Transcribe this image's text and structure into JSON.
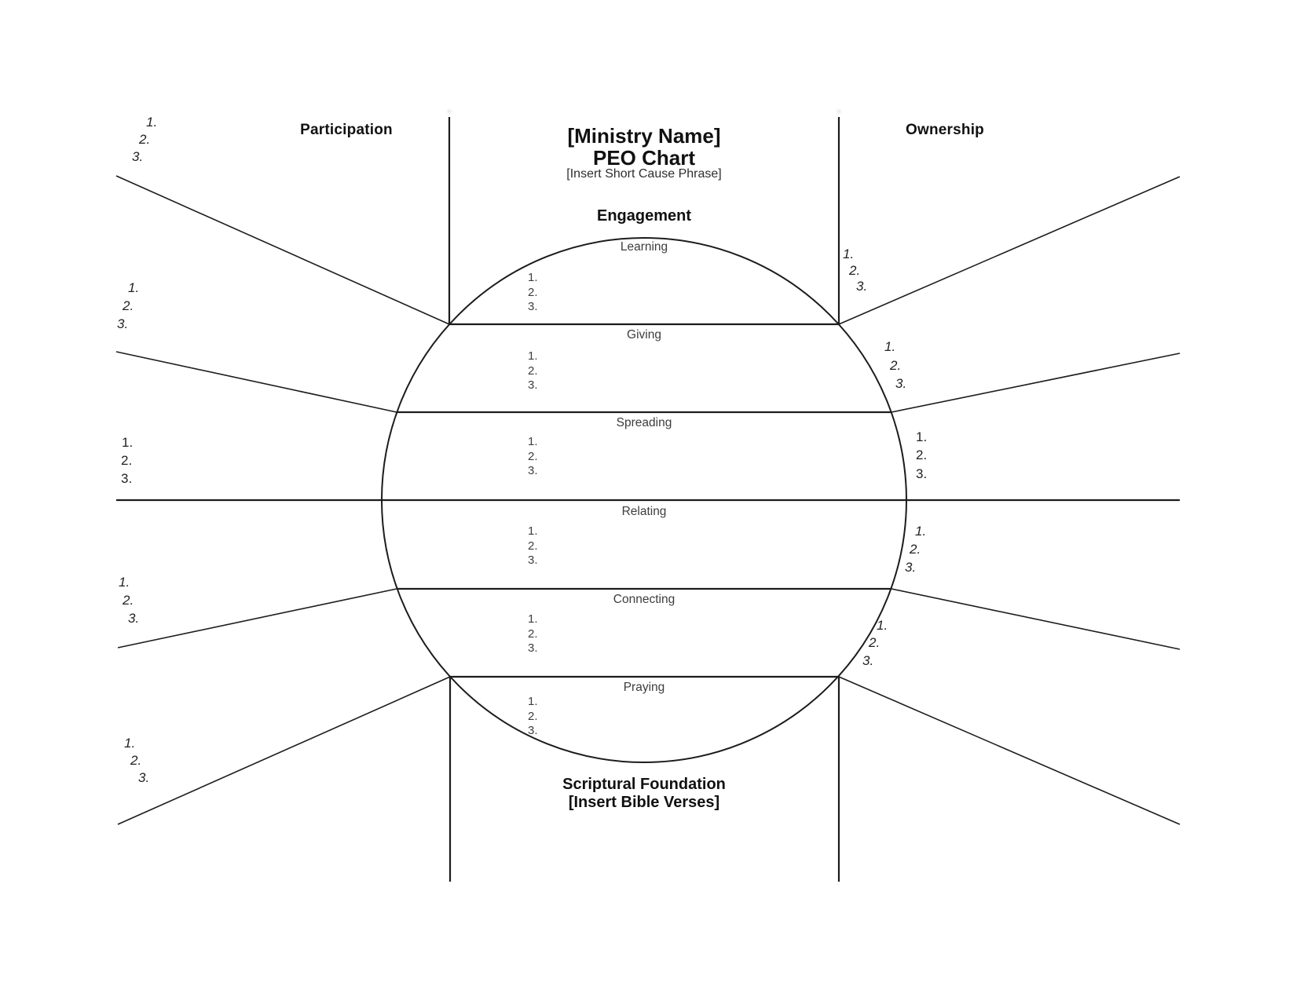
{
  "title": {
    "ministry_name": "[Ministry Name]",
    "chart_name": "PEO Chart",
    "cause_phrase": "[Insert Short Cause Phrase]"
  },
  "quadrants": {
    "left": "Participation",
    "right": "Ownership",
    "top": "Engagement"
  },
  "foundation": {
    "line1": "Scriptural Foundation",
    "line2": "[Insert Bible Verses]"
  },
  "sections": [
    {
      "label": "Learning",
      "items": [
        "1.",
        "2.",
        "3."
      ]
    },
    {
      "label": "Giving",
      "items": [
        "1.",
        "2.",
        "3."
      ]
    },
    {
      "label": "Spreading",
      "items": [
        "1.",
        "2.",
        "3."
      ]
    },
    {
      "label": "Relating",
      "items": [
        "1.",
        "2.",
        "3."
      ]
    },
    {
      "label": "Connecting",
      "items": [
        "1.",
        "2.",
        "3."
      ]
    },
    {
      "label": "Praying",
      "items": [
        "1.",
        "2.",
        "3."
      ]
    }
  ],
  "side_lists": {
    "left": [
      {
        "items": [
          "1.",
          "2.",
          "3."
        ]
      },
      {
        "items": [
          "1.",
          "2.",
          "3."
        ]
      },
      {
        "items": [
          "1.",
          "2.",
          "3."
        ]
      },
      {
        "items": [
          "1.",
          "2.",
          "3."
        ]
      },
      {
        "items": [
          "1.",
          "2.",
          "3."
        ]
      }
    ],
    "right": [
      {
        "items": [
          "1.",
          "2.",
          "3."
        ]
      },
      {
        "items": [
          "1.",
          "2.",
          "3."
        ]
      },
      {
        "items": [
          "1.",
          "2.",
          "3."
        ]
      },
      {
        "items": [
          "1.",
          "2.",
          "3."
        ]
      },
      {
        "items": [
          "1.",
          "2.",
          "3."
        ]
      }
    ]
  },
  "colors": {
    "line": "#1c1c1c",
    "label": "#3d3d3d",
    "heading": "#111111",
    "side_number": "#222222"
  }
}
